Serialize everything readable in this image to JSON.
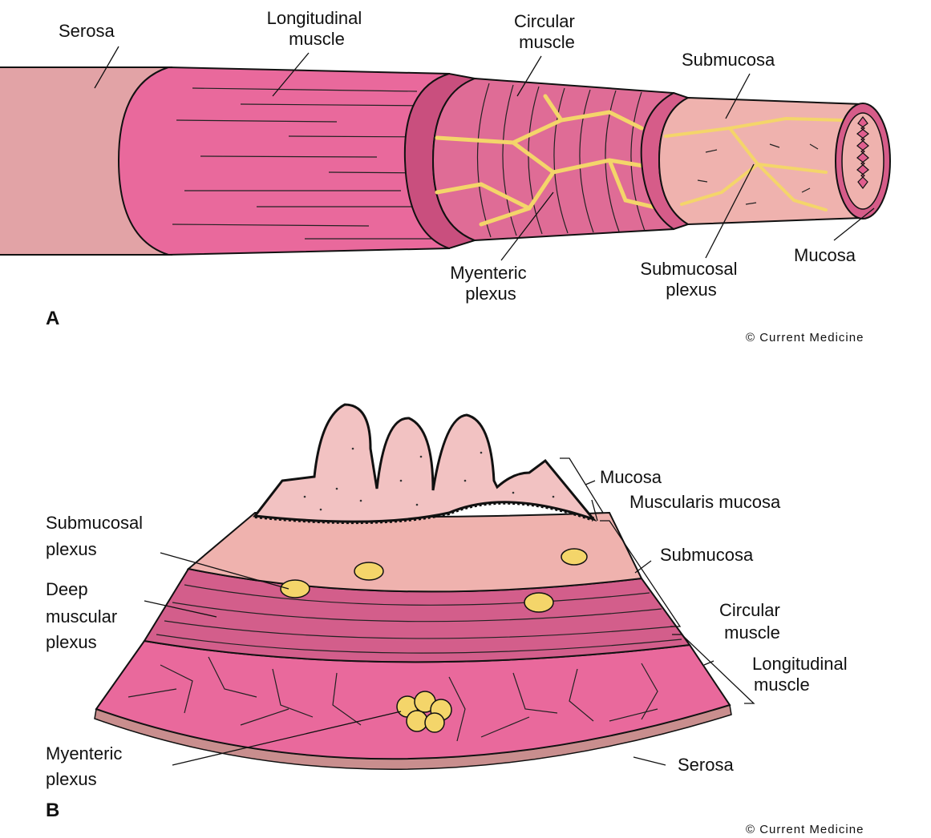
{
  "panels": {
    "a": {
      "letter": "A",
      "credit": "© Current Medicine",
      "labels": {
        "serosa": "Serosa",
        "longitudinal_muscle": [
          "Longitudinal",
          "muscle"
        ],
        "circular_muscle": [
          "Circular",
          "muscle"
        ],
        "submucosa": "Submucosa",
        "myenteric_plexus": [
          "Myenteric",
          "plexus"
        ],
        "submucosal_plexus": [
          "Submucosal",
          "plexus"
        ],
        "mucosa": "Mucosa"
      }
    },
    "b": {
      "letter": "B",
      "credit": "© Current Medicine",
      "labels": {
        "mucosa": "Mucosa",
        "muscularis_mucosa": "Muscularis mucosa",
        "submucosa": "Submucosa",
        "circular_muscle": [
          "Circular",
          "muscle"
        ],
        "longitudinal_muscle": [
          "Longitudinal",
          "muscle"
        ],
        "serosa": "Serosa",
        "submucosal_plexus": [
          "Submucosal",
          "plexus"
        ],
        "deep_muscular_plexus": [
          "Deep",
          "muscular",
          "plexus"
        ],
        "myenteric_plexus": [
          "Myenteric",
          "plexus"
        ]
      }
    }
  },
  "colors": {
    "serosa": "#E2A3A6",
    "longitudinal_muscle": "#E9699C",
    "circular_muscle": "#DF6C96",
    "submucosa": "#EFB2AE",
    "mucosa_lining": "#E05E8E",
    "plexus": "#F4D56A",
    "ink": "#111111"
  }
}
